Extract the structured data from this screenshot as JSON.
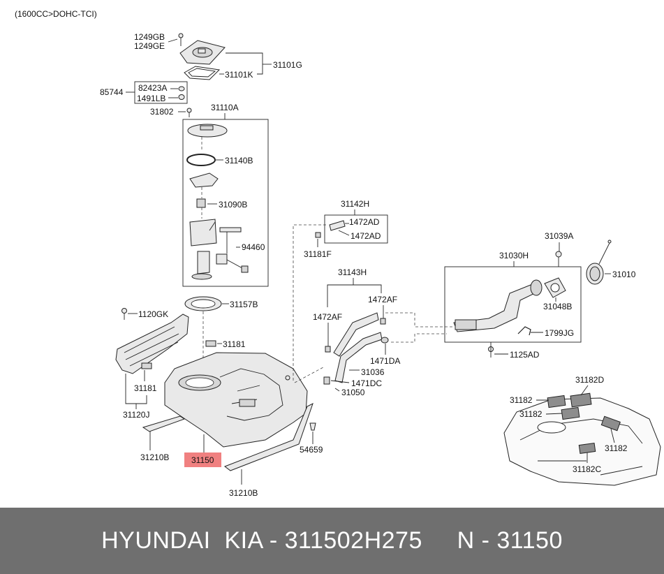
{
  "header": {
    "variant": "(1600CC>DOHC-TCI)"
  },
  "parts": {
    "p1249GB": "1249GB",
    "p1249GE": "1249GE",
    "p31101G": "31101G",
    "p31101K": "31101K",
    "p85744": "85744",
    "p82423A": "82423A",
    "p1491LB": "1491LB",
    "p31802": "31802",
    "p31110A": "31110A",
    "p31140B": "31140B",
    "p31090B": "31090B",
    "p94460": "94460",
    "p31157B": "31157B",
    "p1120GK": "1120GK",
    "p31181a": "31181",
    "p31181b": "31181",
    "p31120J": "31120J",
    "p31210Ba": "31210B",
    "p31210Bb": "31210B",
    "p31150": "31150",
    "p54659": "54659",
    "p31142H": "31142H",
    "p1472ADa": "1472AD",
    "p1472ADb": "1472AD",
    "p31181F": "31181F",
    "p31143H": "31143H",
    "p1472AFa": "1472AF",
    "p1472AFb": "1472AF",
    "p1471DA": "1471DA",
    "p31036": "31036",
    "p1471DC": "1471DC",
    "p31050": "31050",
    "p31039A": "31039A",
    "p31030H": "31030H",
    "p31010": "31010",
    "p31048B": "31048B",
    "p1799JG": "1799JG",
    "p1125AD": "1125AD",
    "p31182D": "31182D",
    "p31182a": "31182",
    "p31182b": "31182",
    "p31182c": "31182",
    "p31182C": "31182C"
  },
  "colors": {
    "highlight": "#f08080",
    "footer_bg": "#6f6f6f",
    "footer_text": "#ffffff"
  },
  "footer": {
    "text": "HYUNDAI  KIA - 311502H275     N - 31150"
  }
}
